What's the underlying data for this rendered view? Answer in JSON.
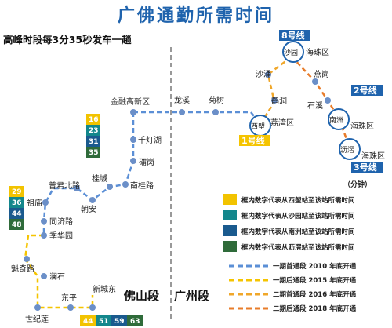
{
  "title": "广佛通勤所需时间",
  "subtitle": "高峰时段每3分35秒发车一趟",
  "sections": {
    "foshan": "佛山段",
    "guangzhou": "广州段"
  },
  "stations": {
    "shijilian": "世纪莲",
    "dongping": "东平",
    "xinchengdong": "新城东",
    "lanshi": "澜石",
    "kuiqilu": "魁奇路",
    "jihuayuan": "季华园",
    "tongjilu": "同济路",
    "zumiao": "祖庙",
    "puJunbeilu": "普君北路",
    "chaoan": "朝安",
    "guicheng": "桂城",
    "nanguilu": "南桂路",
    "leigang": "礌岗",
    "qiandenghu": "千灯湖",
    "jinronggaoxinqu": "金融高新区",
    "longxi": "龙溪",
    "jushu": "菊树",
    "xilang": "西塱",
    "xilang_sub": "荔湾区",
    "hedong": "鹤洞",
    "shayong": "沙涌",
    "shayuan": "沙园",
    "shayuan_sub": "海珠区",
    "yangang": "燕岗",
    "shixi": "石溪",
    "nanzhou": "南洲",
    "nanzhou_sub": "海珠区",
    "lijiao": "沥滘",
    "lijiao_sub": "海珠区"
  },
  "lines": {
    "line1": "1号线",
    "line2": "2号线",
    "line3": "3号线",
    "line8": "8号线"
  },
  "times": {
    "qiandenghu": [
      "16",
      "23",
      "31",
      "35"
    ],
    "zumiao": [
      "29",
      "36",
      "44",
      "48"
    ],
    "xinchengdong": [
      "44",
      "51",
      "59",
      "63"
    ]
  },
  "legend": {
    "unit": "（分钟）",
    "boxes": [
      {
        "color": "#f2c300",
        "text": "框内数字代表从西塱站至该站所需时间"
      },
      {
        "color": "#13878c",
        "text": "框内数字代表从沙园站至该站所需时间"
      },
      {
        "color": "#1a5a8e",
        "text": "框内数字代表从南洲站至该站所需时间"
      },
      {
        "color": "#2f6b3a",
        "text": "框内数字代表从沥滘站至该站所需时间"
      }
    ],
    "phases": [
      {
        "color": "#5b8fd6",
        "text": "一期首通段 2010 年底开通"
      },
      {
        "color": "#f5c400",
        "text": "一期后通段 2015 年底开通"
      },
      {
        "color": "#f0a72a",
        "text": "二期首通段 2016 年底开通"
      },
      {
        "color": "#e87c2a",
        "text": "二期后通段 2018 年底开通"
      }
    ]
  },
  "colors": {
    "title": "#1f63ad",
    "line1": "#f5c400",
    "line2": "#1f63ad",
    "line3": "#1f63ad",
    "line8": "#1f63ad"
  }
}
